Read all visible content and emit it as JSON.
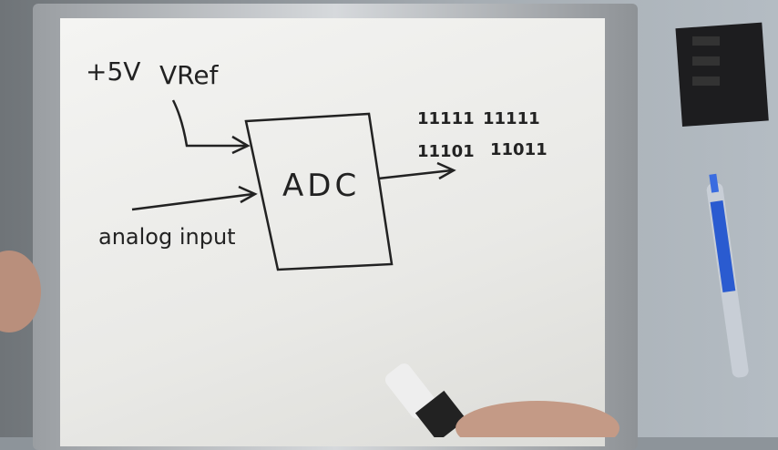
{
  "whiteboard": {
    "supply_label": "+5V",
    "vref_label": "VRef",
    "block_label": "ADC",
    "input_label": "analog input",
    "outputs": [
      "11111",
      "11111",
      "11101",
      "11011"
    ]
  },
  "colors": {
    "ink": "#222222",
    "board": "#f0f0ee",
    "pen_blue": "#2a5bd0"
  }
}
